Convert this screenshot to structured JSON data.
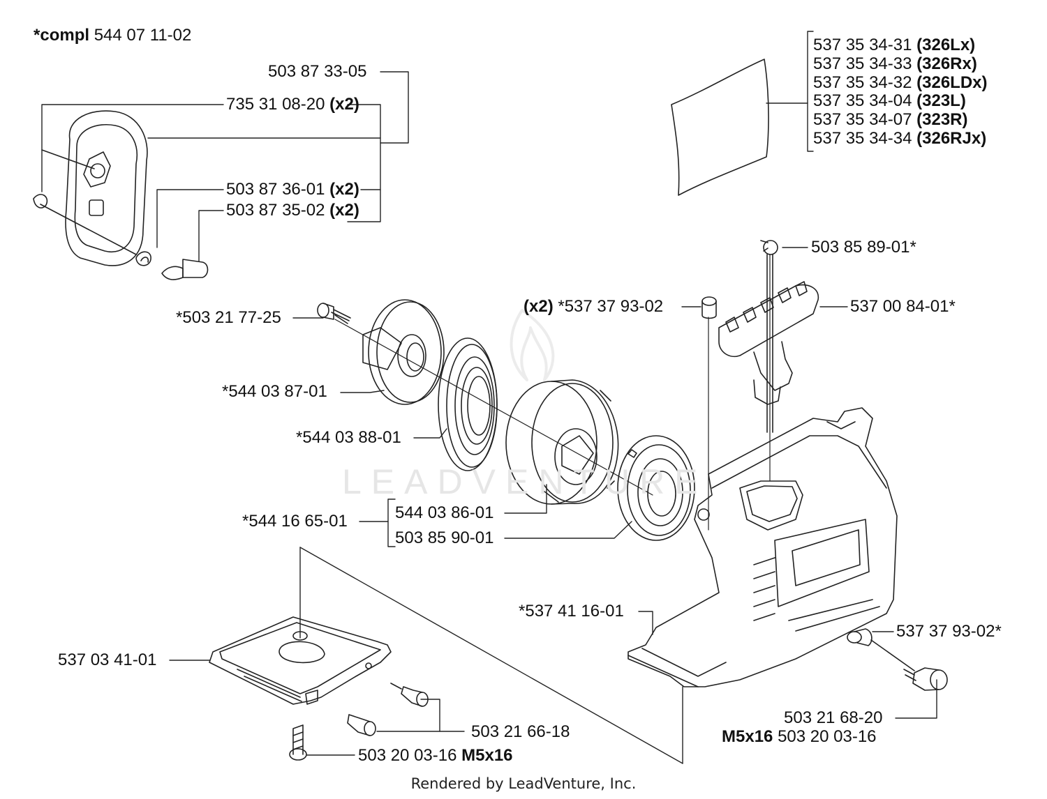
{
  "header": {
    "compl_prefix": "*compl",
    "compl_number": "544 07 11-02"
  },
  "watermark": "LEADVENTURE",
  "footer": "Rendered by LeadVenture, Inc.",
  "decal_numbers": [
    {
      "part": "537 35 34-31",
      "model": "(326Lx)"
    },
    {
      "part": "537 35 34-33",
      "model": "(326Rx)"
    },
    {
      "part": "537 35 34-32",
      "model": "(326LDx)"
    },
    {
      "part": "537 35 34-04",
      "model": "(323L)"
    },
    {
      "part": "537 35 34-07",
      "model": "(323R)"
    },
    {
      "part": "537 35 34-34",
      "model": "(326RJx)"
    }
  ],
  "labels": {
    "cover": "503 87 33-05",
    "cover_nut": "735 31 08-20",
    "cover_nut_qty": "(x2)",
    "spring": "503 87 36-01",
    "spring_qty": "(x2)",
    "pawl": "503 87 35-02",
    "pawl_qty": "(x2)",
    "pulley_screw": "*503 21 77-25",
    "spring_cover": "*544 03 87-01",
    "recoil_spring": "*544 03 88-01",
    "pulley_assy": "*544 16 65-01",
    "pulley": "544 03 86-01",
    "rewind_spring": "503 85 90-01",
    "bushing_qty": "(x2)",
    "bushing": "*537 37 93-02",
    "rope": "503 85 89-01*",
    "handle": "537 00 84-01*",
    "housing": "*537 41 16-01",
    "bushing2": "537 37 93-02*",
    "screw_right": "503 21 68-20",
    "screw_right_size": "M5x16",
    "screw_right_alt": "503 20 03-16",
    "plate": "537 03 41-01",
    "plate_screw": "503 21 66-18",
    "plate_screw2": "503 20 03-16",
    "plate_screw2_size": "M5x16"
  },
  "colors": {
    "line": "#222222",
    "text": "#111111",
    "watermark": "#e6e6e6"
  }
}
